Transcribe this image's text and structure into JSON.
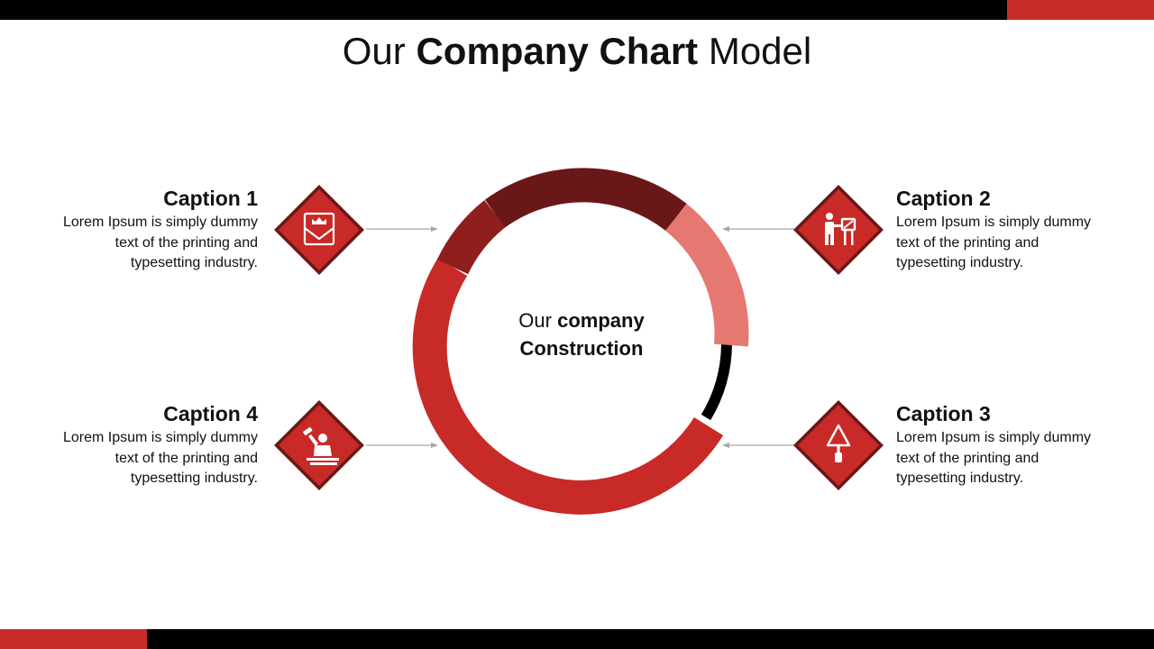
{
  "title": {
    "regular_1": "Our",
    "bold": "Company Chart",
    "regular_2": "Model"
  },
  "center": {
    "line1_regular": "Our",
    "line1_bold": "company",
    "line2_bold": "Construction"
  },
  "captions": [
    {
      "title": "Caption 1",
      "text": "Lorem Ipsum is simply dummy text of the printing and typesetting industry.",
      "icon": "envelope-crown-icon"
    },
    {
      "title": "Caption 2",
      "text": "Lorem Ipsum is simply dummy text of the printing and typesetting industry.",
      "icon": "worker-sign-icon"
    },
    {
      "title": "Caption 3",
      "text": "Lorem Ipsum is simply dummy text of the printing and typesetting industry.",
      "icon": "trowel-icon"
    },
    {
      "title": "Caption 4",
      "text": "Lorem Ipsum is simply dummy text of the printing and typesetting industry.",
      "icon": "worker-hammer-icon"
    }
  ],
  "colors": {
    "accent_red": "#c82a27",
    "dark_red": "#6a1718",
    "medium_dark_red": "#8e1f1d",
    "pink": "#e57871",
    "diamond_border": "#6a1718",
    "black": "#000000"
  }
}
